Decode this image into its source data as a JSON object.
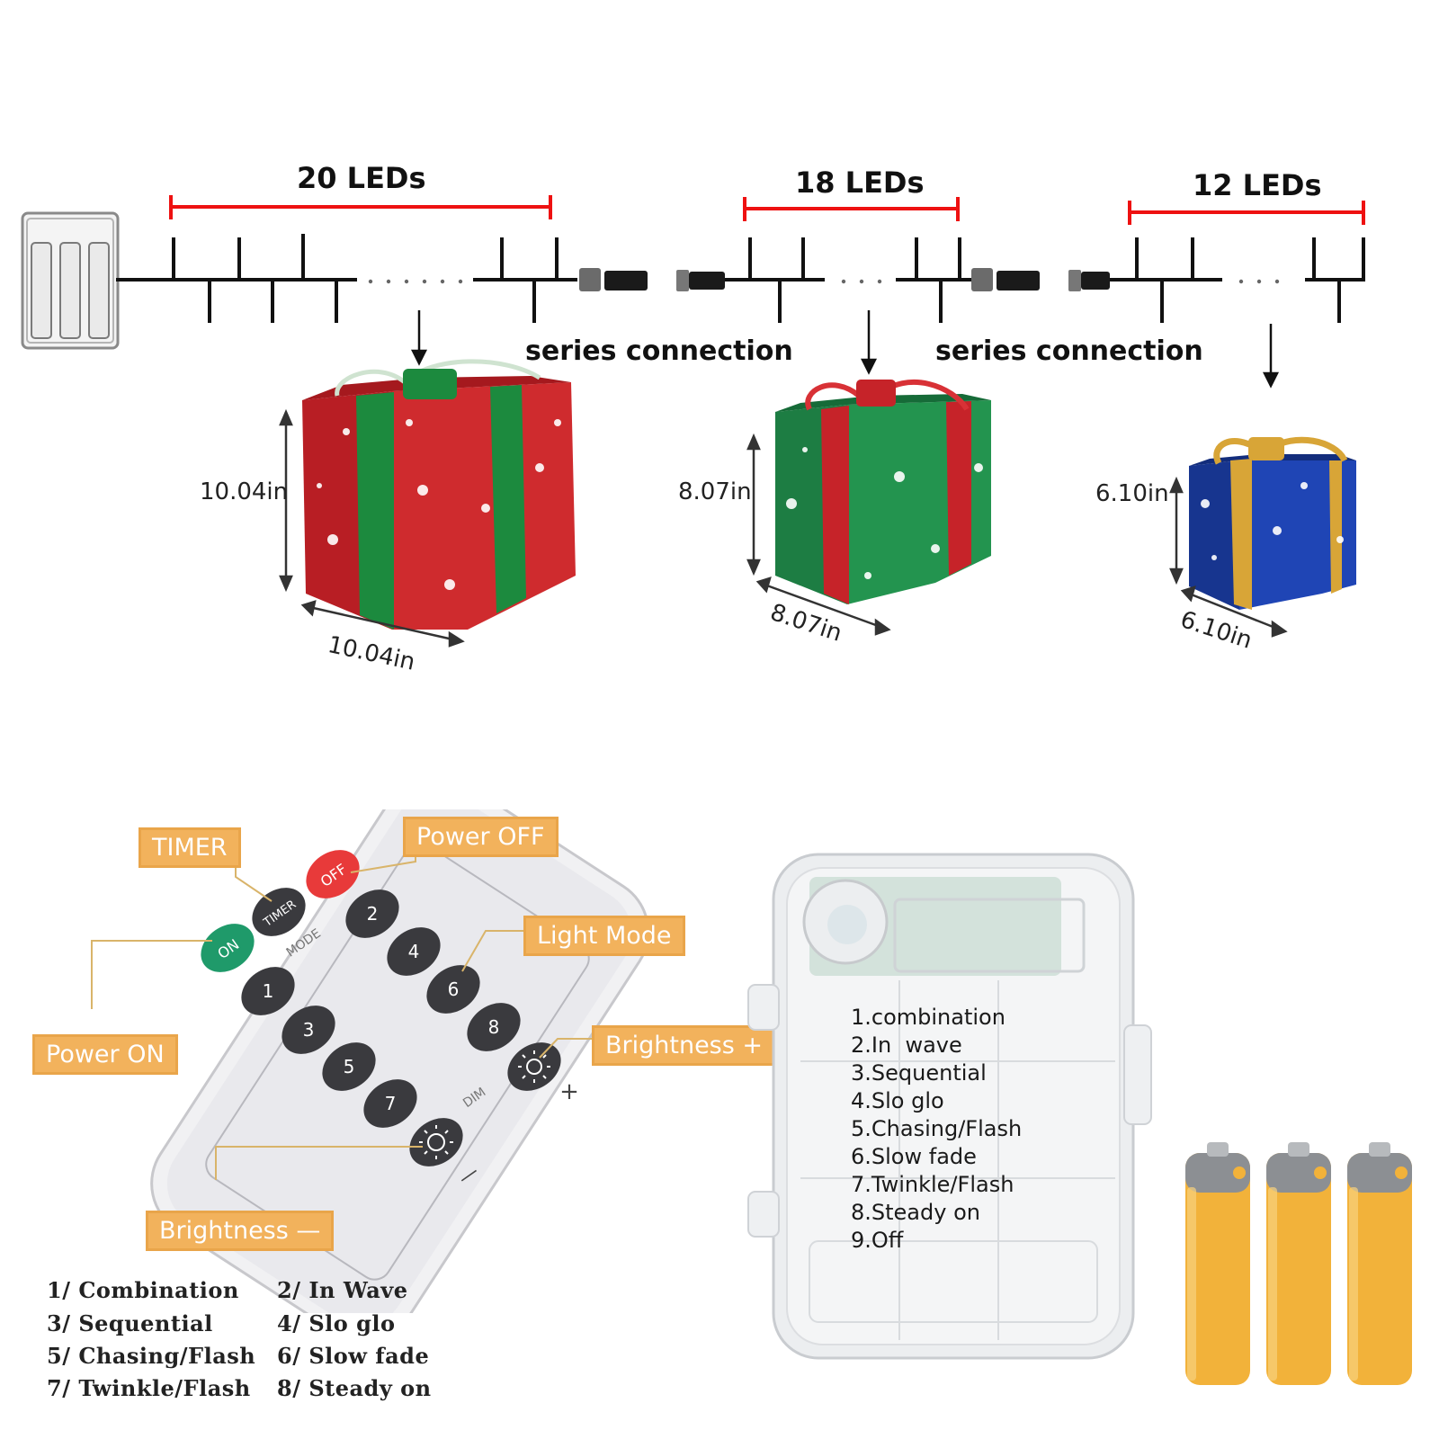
{
  "led_strings": [
    {
      "count_label": "20 LEDs",
      "height": "10.04in",
      "width": "10.04in",
      "box_color": "#c8252a",
      "ribbon_color": "#1e8a3c"
    },
    {
      "count_label": "18 LEDs",
      "height": "8.07in",
      "width": "8.07in",
      "box_color": "#1f8a4a",
      "ribbon_color": "#c8252a"
    },
    {
      "count_label": "12 LEDs",
      "height": "6.10in",
      "width": "6.10in",
      "box_color": "#1b3fa8",
      "ribbon_color": "#d4a231"
    }
  ],
  "series_labels": [
    "series connection",
    "series connection"
  ],
  "remote": {
    "callouts": {
      "timer": "TIMER",
      "power_off": "Power OFF",
      "light_mode": "Light Mode",
      "power_on": "Power ON",
      "brightness_plus": "Brightness +",
      "brightness_minus": "Brightness —"
    },
    "buttons": {
      "on": "ON",
      "off": "OFF",
      "timer": "TIMER",
      "mode": "MODE",
      "dim": "DIM",
      "plus": "+",
      "minus": "—",
      "numbers": [
        "1",
        "2",
        "3",
        "4",
        "5",
        "6",
        "7",
        "8"
      ]
    },
    "accent_callout": "#f2b25c",
    "on_color": "#1f9a6a",
    "off_color": "#e83a3a"
  },
  "mode_legend": [
    "1/ Combination",
    "2/ In Wave",
    "3/ Sequential",
    "4/ Slo glo",
    "5/ Chasing/Flash",
    "6/ Slow fade",
    "7/ Twinkle/Flash",
    "8/ Steady on"
  ],
  "battery_box_modes": [
    "1.combination",
    "2.In  wave",
    "3.Sequential",
    "4.Slo glo",
    "5.Chasing/Flash",
    "6.Slow fade",
    "7.Twinkle/Flash",
    "8.Steady on",
    "9.Off"
  ],
  "battery_count": 3,
  "battery_color": "#f2b23a"
}
